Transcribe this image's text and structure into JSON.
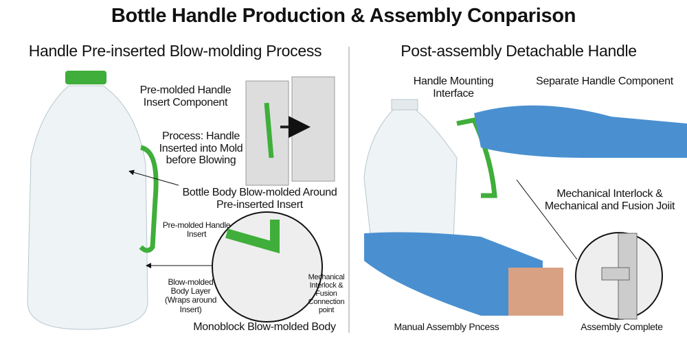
{
  "title": "Bottle Handle Production & Assembly Conparison",
  "left": {
    "heading": "Handle Pre-inserted Blow-molding Process",
    "label_insert": "Pre-molded Handle Insert Component",
    "label_process": "Process: Handle Inserted into Mold before Blowing",
    "label_body": "Bottle Body Blow-molded Around Pre-inserted Insert",
    "detail_insert": "Pre-molded Handle Insert",
    "detail_layer": "Blow-molded Body Layer (Wraps around Insert)",
    "detail_joint": "Mechanical Interlock & Fusion Connection point",
    "caption": "Monoblock Blow-molded Body"
  },
  "right": {
    "heading": "Post-assembly Detachable Handle",
    "label_interface": "Handle Mounting Interface",
    "label_component": "Separate Handle Component",
    "label_joint": "Mechanical Interlock & Mechanical and Fusion Joiit",
    "caption_manual": "Manual Assembly Pncess",
    "caption_complete": "Assembly Complete"
  },
  "colors": {
    "handle": "#3fae3a",
    "glove": "#4a90d0",
    "skin": "#d9a183"
  }
}
